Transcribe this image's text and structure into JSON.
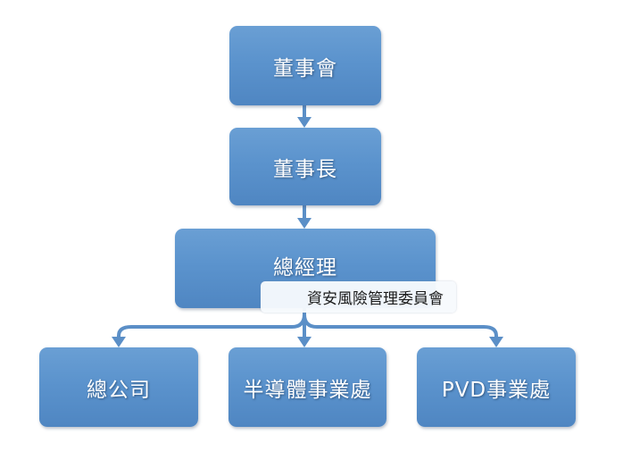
{
  "diagram": {
    "type": "org-chart",
    "colors": {
      "node_fill": "#5b93cd",
      "connector": "#5b8fc7",
      "committee_fill": "#f7fafd",
      "node_text": "#ffffff",
      "committee_text": "#1a1a1a"
    },
    "nodes": {
      "board": "董事會",
      "chairman": "董事長",
      "general_manager": "總經理",
      "committee": "資安風險管理委員會",
      "headquarters": "總公司",
      "semiconductor": "半導體事業處",
      "pvd": "PVD事業處"
    },
    "edges": [
      {
        "from": "董事會",
        "to": "董事長"
      },
      {
        "from": "董事長",
        "to": "總經理"
      },
      {
        "from": "總經理",
        "to": "總公司"
      },
      {
        "from": "總經理",
        "to": "半導體事業處"
      },
      {
        "from": "總經理",
        "to": "PVD事業處"
      }
    ]
  }
}
